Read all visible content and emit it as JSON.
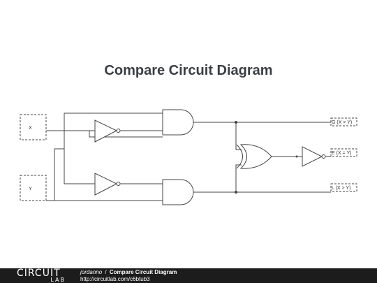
{
  "title": "Compare Circuit Diagram",
  "ports": {
    "input_x": "X",
    "input_y": "Y",
    "output_g": "G (X > Y)",
    "output_e": "E (X = Y)",
    "output_l": "L (X > Y)"
  },
  "footer": {
    "logo_top": "CIRCUIT",
    "logo_bottom": "LAB",
    "author": "jordanno",
    "separator": "/",
    "circuit_name": "Compare Circuit Diagram",
    "url": "http://circuitlab.com/c6btub3"
  },
  "colors": {
    "wire": "#444444",
    "footer_bg": "#1c1c1c",
    "title": "#3a3f44"
  }
}
